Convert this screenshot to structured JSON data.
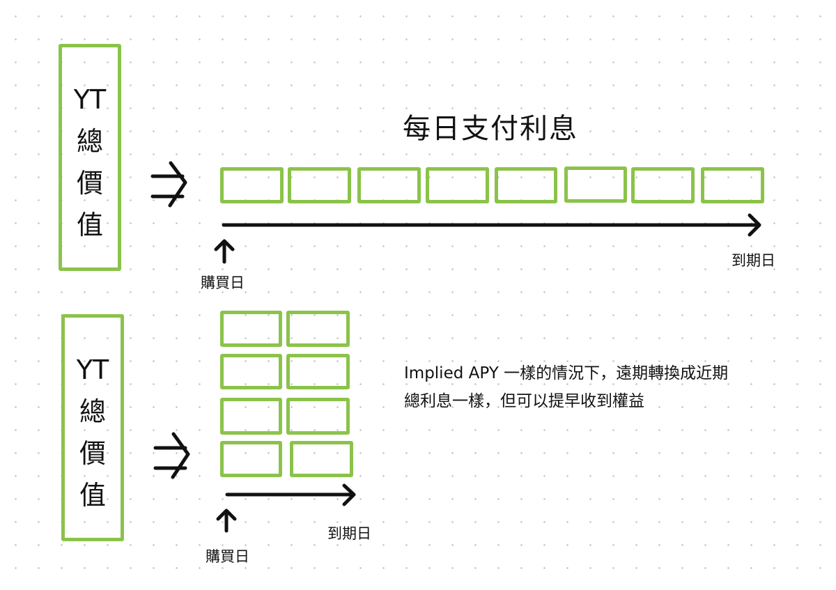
{
  "top": {
    "value_box": {
      "line1": "YT",
      "line2": "總",
      "line3": "價",
      "line4": "值"
    },
    "title": "每日支付利息",
    "interest_blocks": 8,
    "start_label": "購買日",
    "end_label": "到期日"
  },
  "bottom": {
    "value_box": {
      "line1": "YT",
      "line2": "總",
      "line3": "價",
      "line4": "值"
    },
    "interest_blocks": 8,
    "start_label": "購買日",
    "end_label": "到期日",
    "note_line1": "Implied APY 一樣的情況下，遠期轉換成近期",
    "note_line2": "總利息一樣，但可以提早收到權益"
  },
  "colors": {
    "box": "#8bc34a",
    "ink": "#111111"
  }
}
